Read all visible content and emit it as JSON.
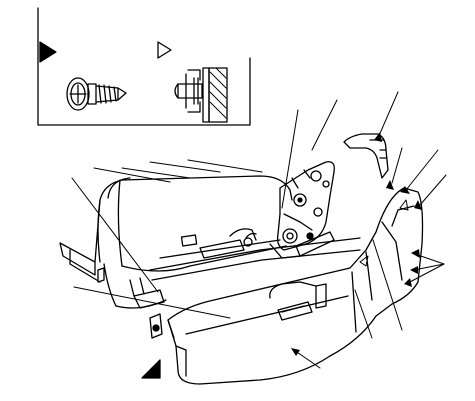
{
  "figure": {
    "legend": {
      "items": [
        {
          "symbol": "filled-triangle",
          "meaning": "screw"
        },
        {
          "symbol": "outline-triangle",
          "meaning": "clip"
        }
      ]
    },
    "callouts": {
      "filled": [
        "lower-left"
      ],
      "leader_lines": 14
    }
  }
}
